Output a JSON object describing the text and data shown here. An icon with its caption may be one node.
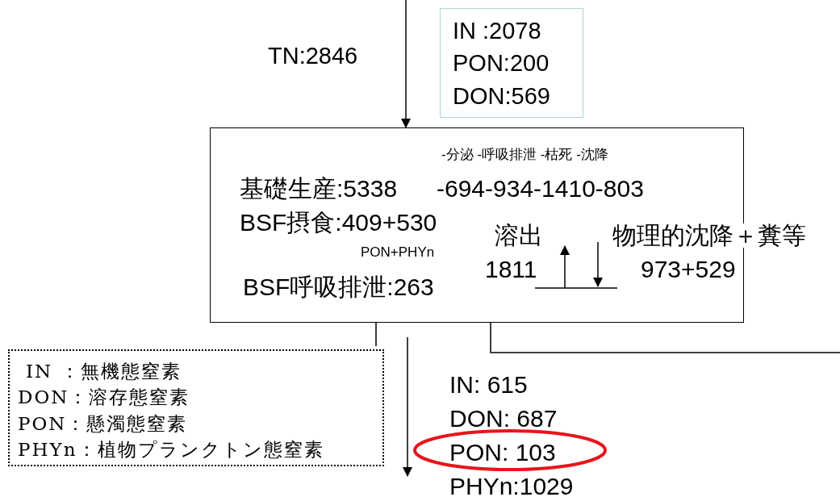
{
  "diagram": {
    "nodes": [
      {
        "text": [
          "-分泌 -呼吸排泄 -枯死 -沈降",
          "基礎生産:5338",
          "-694-934-1410-803",
          "BSF摂食:409+530",
          "PON+PHYn",
          "BSF呼吸排泄:263",
          "溶出",
          "1811",
          "物理的沈降＋糞等",
          "973+529"
        ]
      },
      {
        "text": [
          "IN :2078",
          "PON:200",
          "DON:569"
        ]
      },
      {
        "text": [
          "IN ：無機態窒素",
          "DON：溶存態窒素",
          "PON：懸濁態窒素",
          "PHYn：植物プランクトン態窒素"
        ]
      },
      {
        "text": [
          "IN: 615",
          "DON: 687",
          "PON: 103",
          "PHYn:1029"
        ]
      }
    ],
    "edges": [
      {
        "from": null,
        "to": 0,
        "arrow": "to",
        "label": "TN:2846"
      },
      {
        "from": 0,
        "to": 3,
        "arrow": "to"
      }
    ]
  }
}
